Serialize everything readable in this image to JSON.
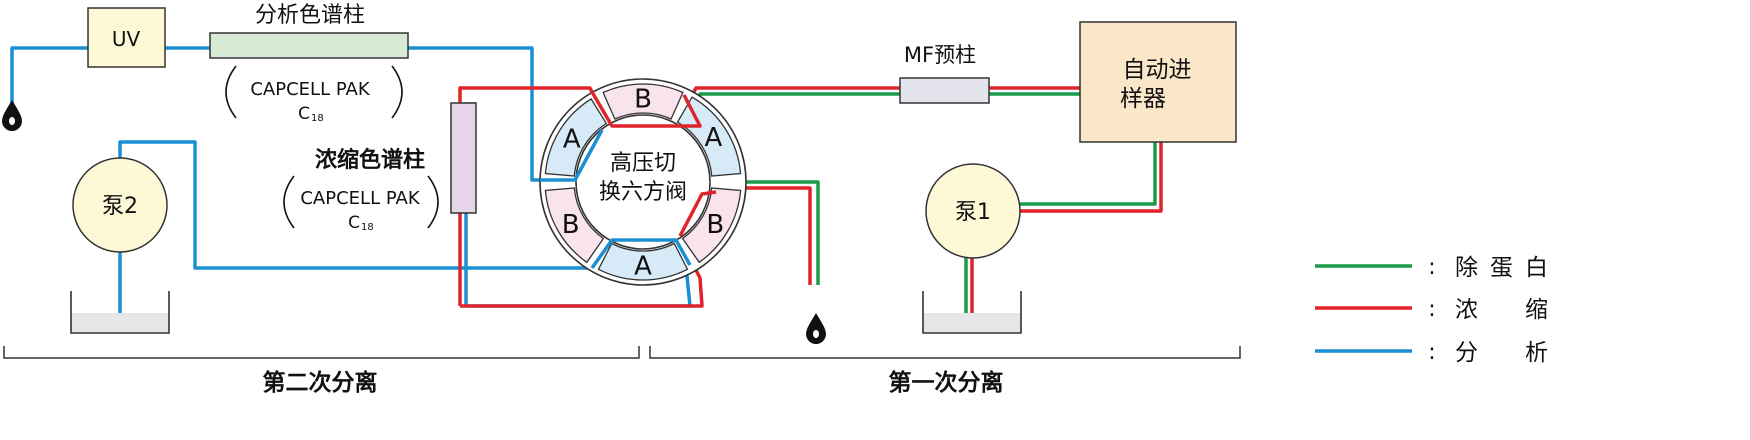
{
  "labels": {
    "uv": "UV",
    "analysis_column": "分析色谱柱",
    "analysis_column_spec_1": "CAPCELL PAK",
    "analysis_column_spec_2": "C",
    "analysis_column_spec_sub": "18",
    "conc_column": "浓缩色谱柱",
    "conc_column_spec_1": "CAPCELL PAK",
    "conc_column_spec_2": "C",
    "conc_column_spec_sub": "18",
    "pump2": "泵2",
    "pump1": "泵1",
    "mf_precolumn": "MF预柱",
    "autosampler_1": "自动进",
    "autosampler_2": "样器",
    "valve_1": "高压切",
    "valve_2": "换六方阀",
    "seg_a": "A",
    "seg_b": "B",
    "second_separation": "第二次分离",
    "first_separation": "第一次分离"
  },
  "legend": [
    {
      "colon": ":",
      "label": "除蛋白",
      "color": "#1a9a48"
    },
    {
      "colon": ":",
      "label": "浓　缩",
      "color": "#e0242b"
    },
    {
      "colon": ":",
      "label": "分　析",
      "color": "#1a8fd3"
    }
  ],
  "colors": {
    "green": "#1a9a48",
    "red": "#e0242b",
    "blue": "#1a8fd3",
    "segment_a": "#d6eaf7",
    "segment_b": "#f9e3ec",
    "box_fill": "#fdf8d6",
    "autosampler_fill": "#fae6c8",
    "analysis_column_fill": "#d6ead6",
    "conc_column_fill": "#e4d6e6"
  }
}
